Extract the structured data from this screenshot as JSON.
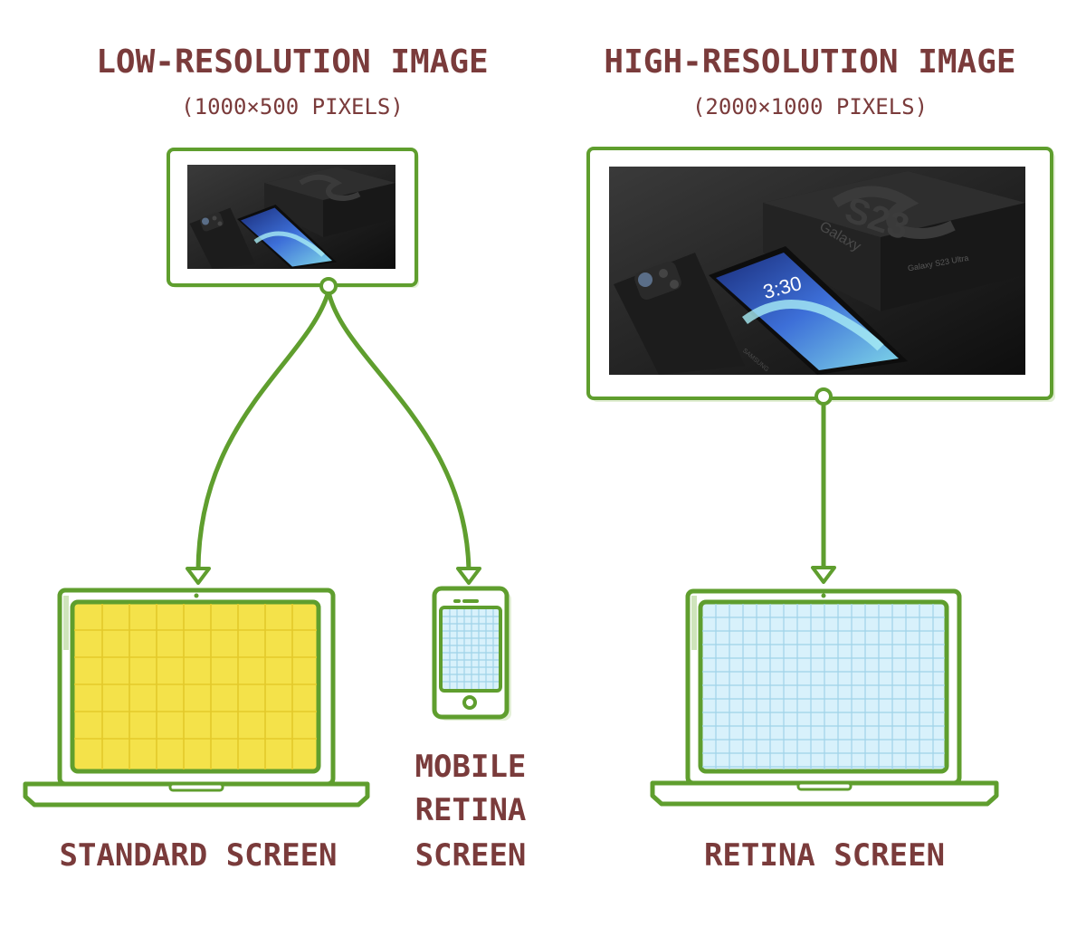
{
  "low_res": {
    "title": "LOW-RESOLUTION IMAGE",
    "size": "(1000×500 PIXELS)"
  },
  "high_res": {
    "title": "HIGH-RESOLUTION IMAGE",
    "size": "(2000×1000 PIXELS)"
  },
  "photo": {
    "clock": "3:30",
    "box_number": "S23",
    "box_brand": "Galaxy",
    "box_model": "Galaxy S23 Ultra",
    "phone_brand": "SAMSUNG"
  },
  "labels": {
    "standard_screen": "STANDARD SCREEN",
    "mobile_line1": "MOBILE",
    "mobile_line2": "RETINA",
    "mobile_line3": "SCREEN",
    "retina_screen": "RETINA SCREEN"
  },
  "colors": {
    "heading": "#7a3b3b",
    "outline_green": "#5f9e2e",
    "standard_fill": "#f4e24a",
    "retina_fill": "#d8f1fb"
  },
  "icons": {
    "standard": "laptop-icon",
    "mobile": "smartphone-icon",
    "retina": "laptop-icon"
  }
}
